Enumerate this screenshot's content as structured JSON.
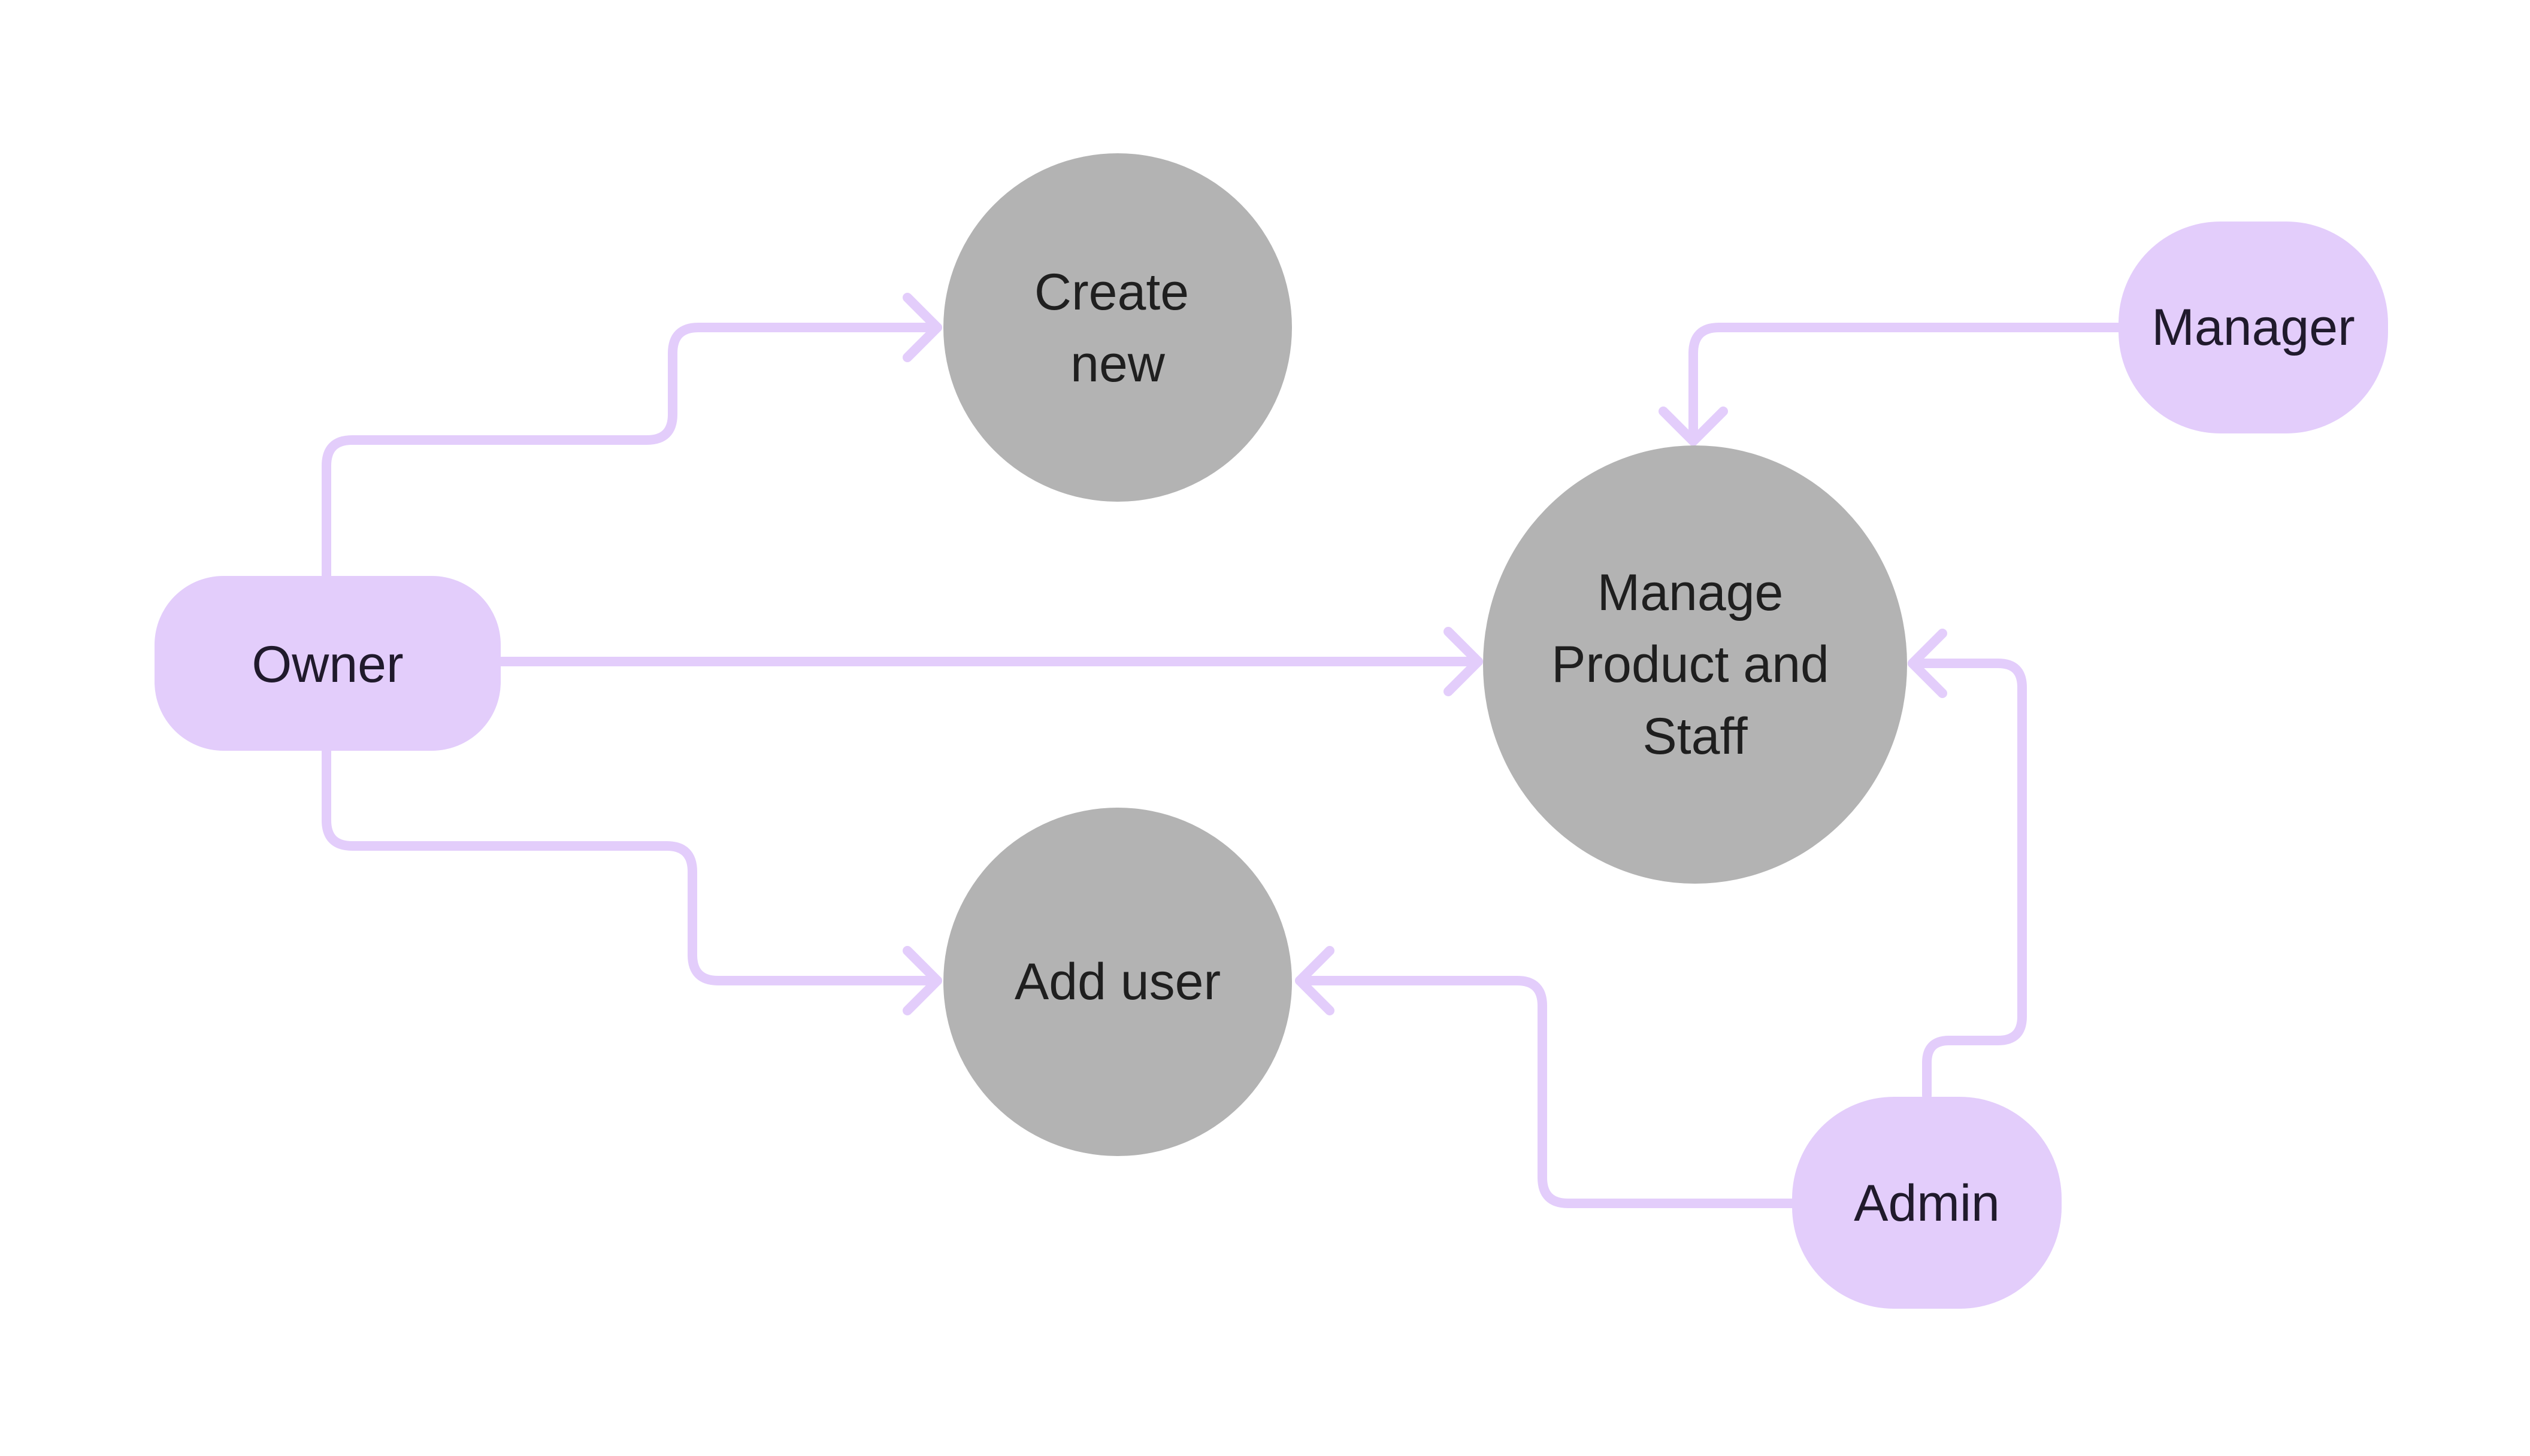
{
  "diagram": {
    "colors": {
      "actor_fill": "#e3cdfb",
      "usecase_fill": "#b3b3b3",
      "connector": "#e3cdfb",
      "actor_text": "#201a2c",
      "usecase_text": "#1f1f1f",
      "background": "#ffffff"
    },
    "actors": {
      "owner": "Owner",
      "manager": "Manager",
      "admin": "Admin"
    },
    "use_cases": {
      "create_new": [
        "Create",
        "new"
      ],
      "manage_product_staff": [
        "Manage",
        "Product and",
        "Staff"
      ],
      "add_user": [
        "Add user"
      ]
    },
    "connections": [
      {
        "from": "Owner",
        "to": "Create new"
      },
      {
        "from": "Owner",
        "to": "Manage Product and Staff"
      },
      {
        "from": "Owner",
        "to": "Add user"
      },
      {
        "from": "Manager",
        "to": "Manage Product and Staff"
      },
      {
        "from": "Admin",
        "to": "Manage Product and Staff"
      },
      {
        "from": "Admin",
        "to": "Add user"
      }
    ]
  }
}
